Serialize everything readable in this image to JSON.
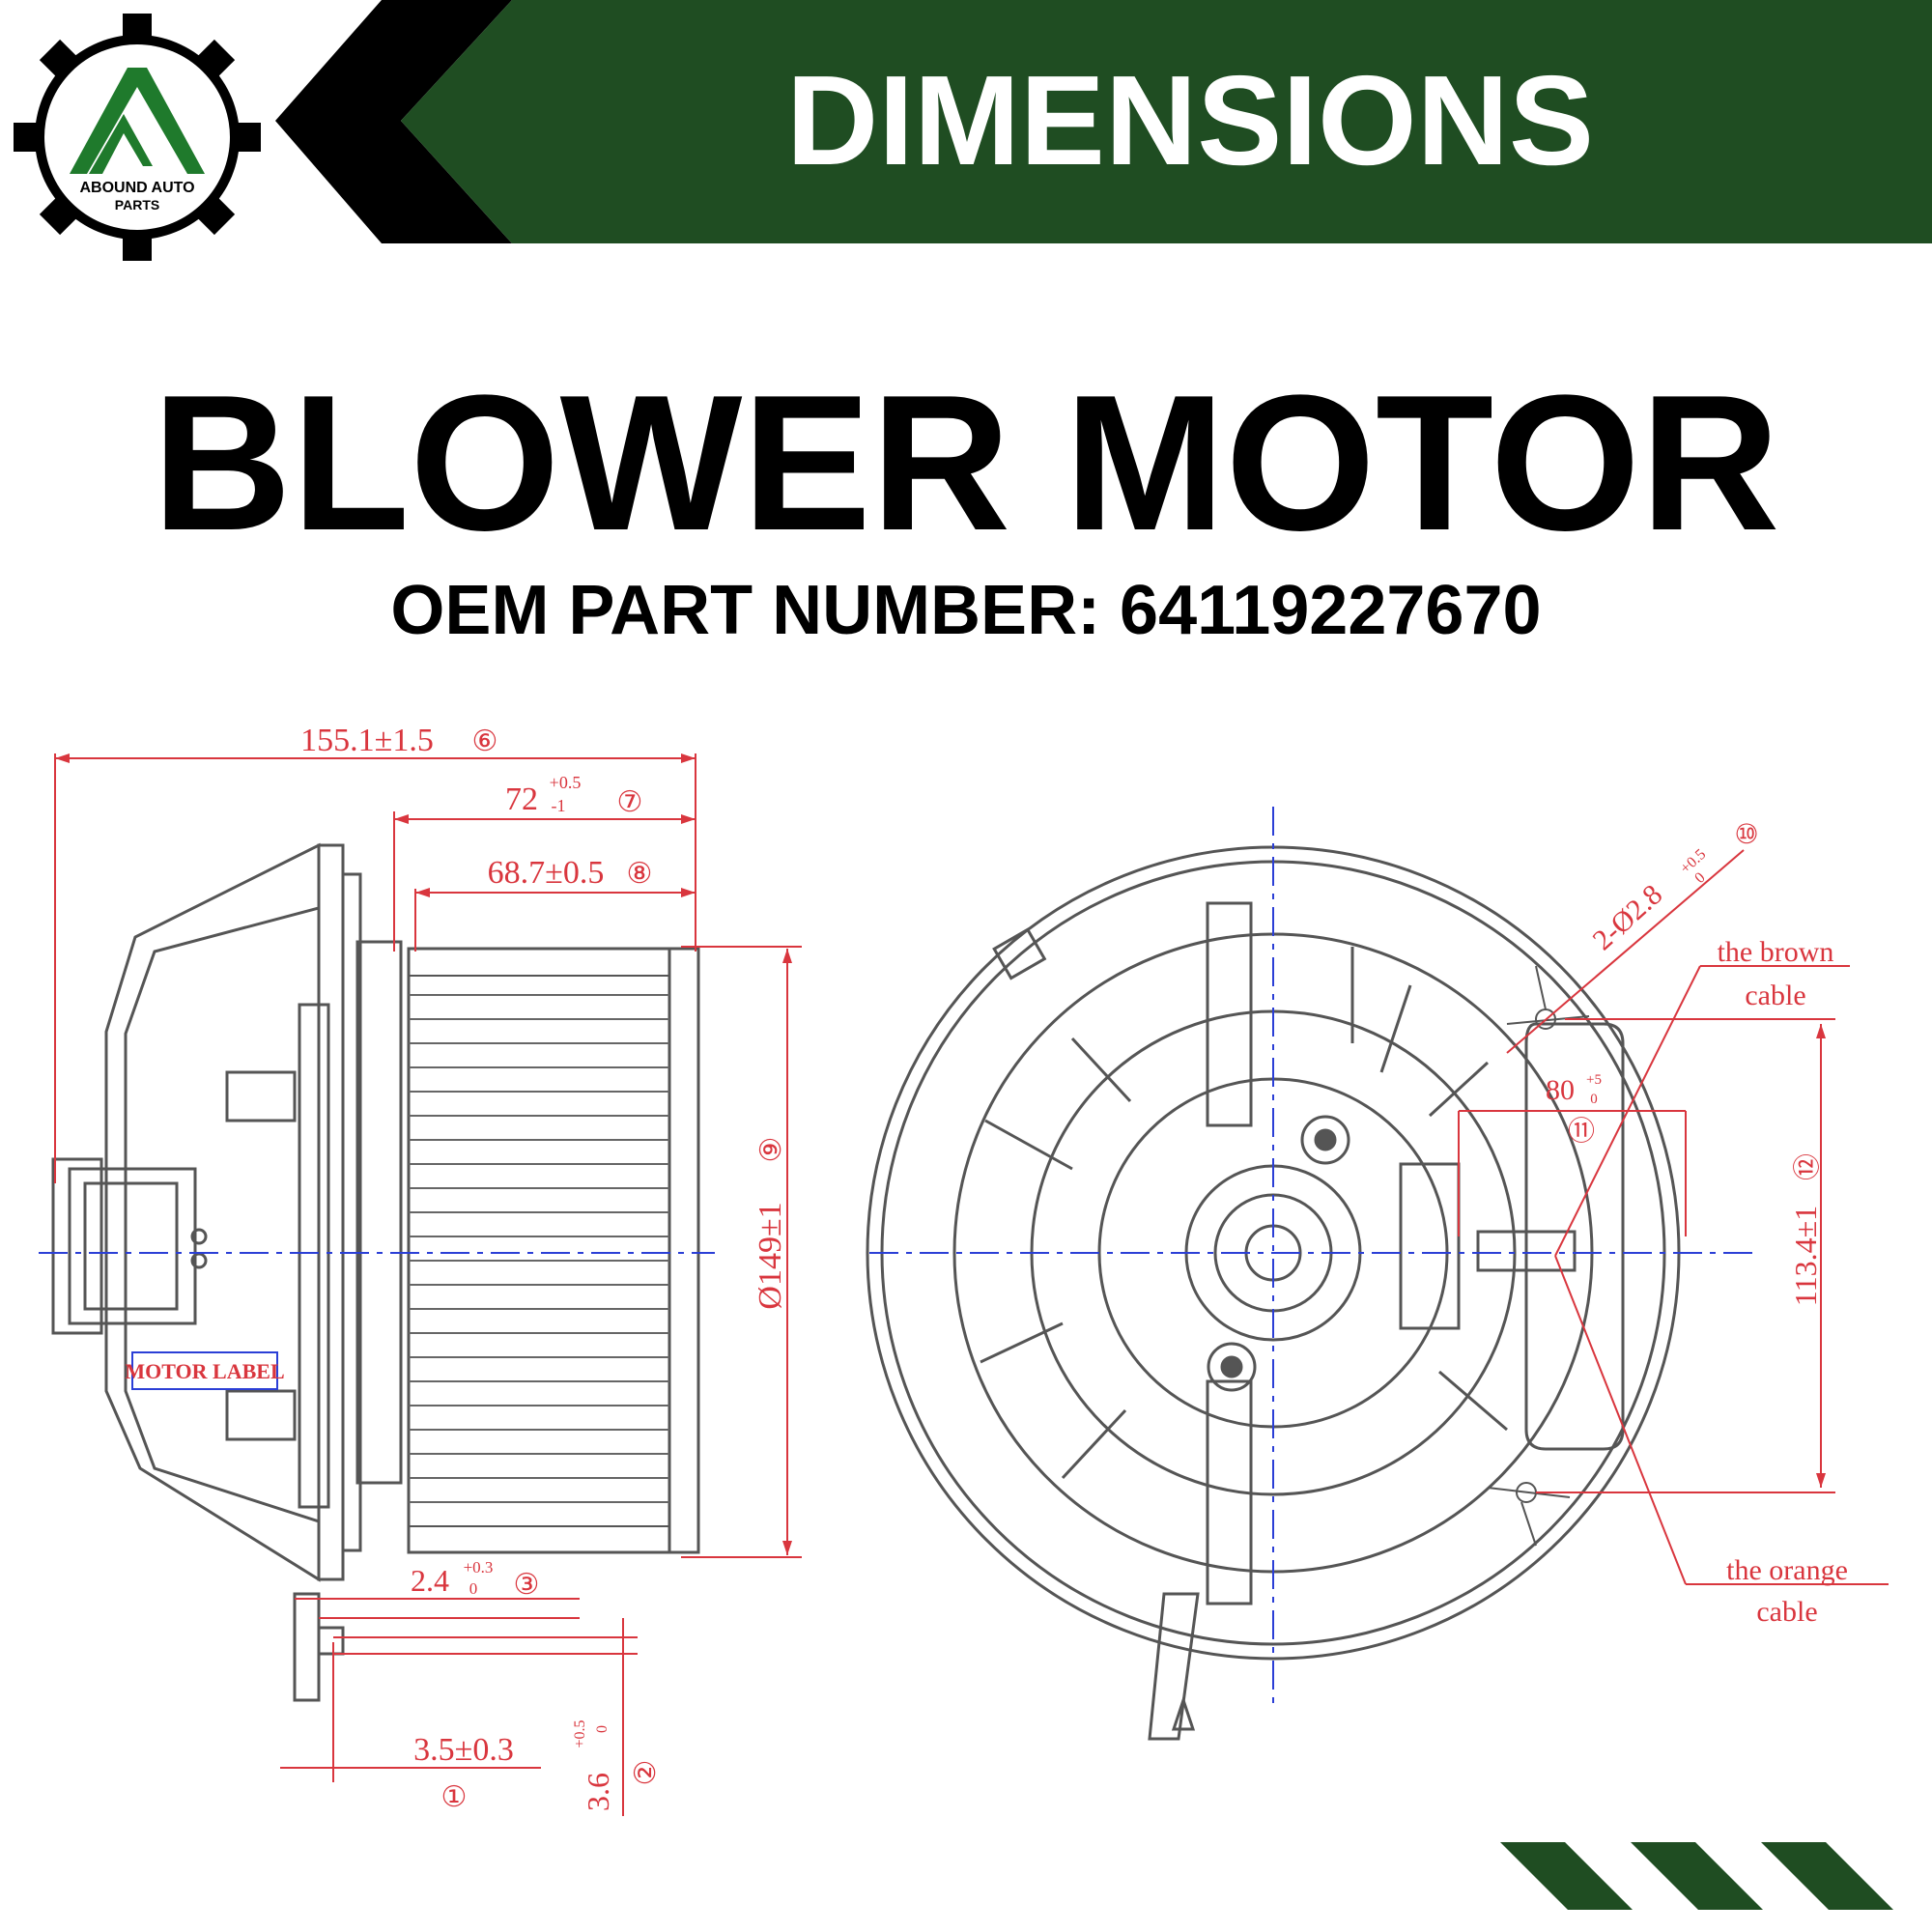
{
  "header": {
    "title": "DIMENSIONS",
    "logo_text_line1": "ABOUND AUTO",
    "logo_text_line2": "PARTS"
  },
  "product": {
    "name": "BLOWER MOTOR",
    "part_number_line": "OEM PART NUMBER: 64119227670"
  },
  "side_view": {
    "dim_overall": "155.1±1.5",
    "dim_overall_ref": "⑥",
    "dim_72": "72",
    "dim_72_tol_upper": "+0.5",
    "dim_72_tol_lower": "-1",
    "dim_72_ref": "⑦",
    "dim_687": "68.7±0.5",
    "dim_687_ref": "⑧",
    "dim_diameter": "Ø149±1",
    "dim_diameter_ref": "⑨",
    "dim_24": "2.4",
    "dim_24_tol_upper": "+0.3",
    "dim_24_tol_lower": "0",
    "dim_24_ref": "③",
    "dim_35": "3.5±0.3",
    "dim_35_ref": "①",
    "dim_36": "3.6",
    "dim_36_tol_upper": "+0.5",
    "dim_36_tol_lower": "0",
    "dim_36_ref": "②",
    "motor_label": "MOTOR LABEL"
  },
  "front_view": {
    "dim_holes": "2-Ø2.8",
    "dim_holes_tol_upper": "+0.5",
    "dim_holes_tol_lower": "0",
    "dim_holes_ref": "⑩",
    "dim_angle": "80",
    "dim_angle_tol_upper": "+5",
    "dim_angle_tol_lower": "0",
    "dim_angle_ref": "⑪",
    "dim_1134": "113.4±1",
    "dim_1134_ref": "⑫",
    "brown_cable_line1": "the brown",
    "brown_cable_line2": "cable",
    "orange_cable_line1": "the orange",
    "orange_cable_line2": "cable"
  },
  "colors": {
    "brand_green": "#1f4d22",
    "dimension_red": "#d9363e",
    "centerline_blue": "#2b3fd6",
    "outline_gray": "#555555"
  }
}
